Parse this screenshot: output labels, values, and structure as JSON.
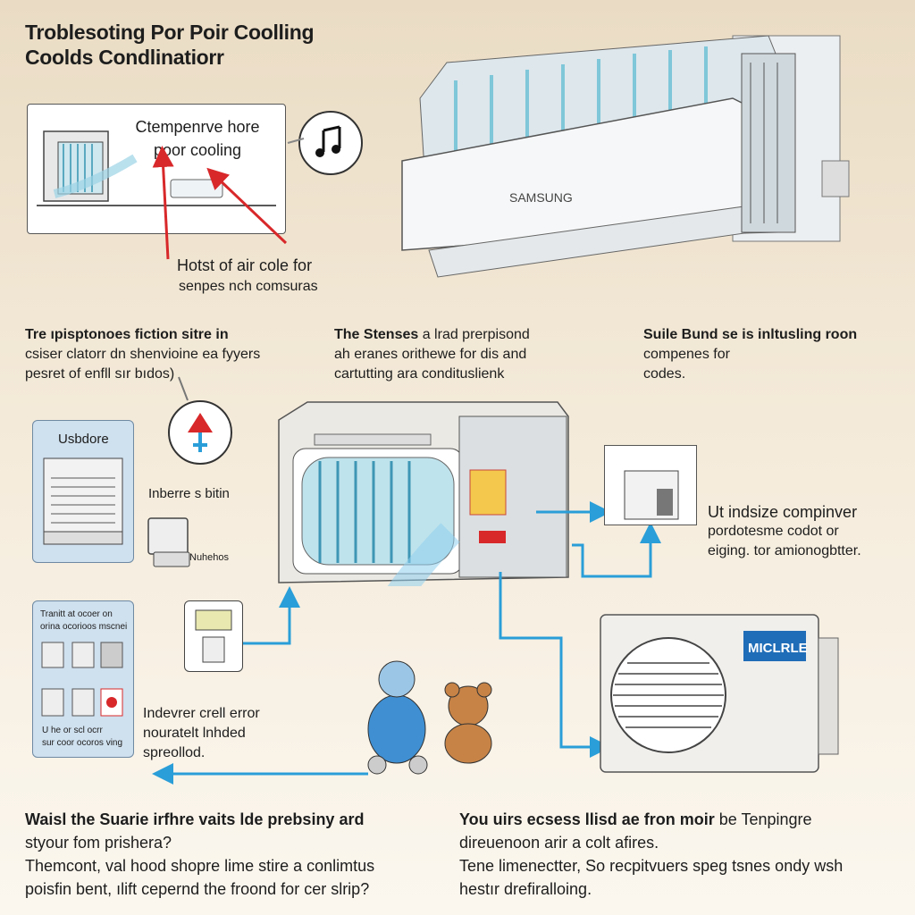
{
  "title": {
    "line1": "Troblesoting Por Poir Coolling",
    "line2": "Coolds Condlinatiorr"
  },
  "callout": {
    "label": "Ctempenrve hore\npoor cooling"
  },
  "top_note": {
    "line1": "Hotst of air cole for",
    "line2": "senpes nch comsuras"
  },
  "brand_indoor": "SAMSUNG",
  "col1": {
    "head": "Tre ıpisptonoes fiction sitre in",
    "line2": "csiser clatorr dn shenvioine ea fyyers",
    "line3": "pesret of enfll sır bıdos)"
  },
  "col2": {
    "head": "The Stenses",
    "head_rest": " a lrad prerpisond",
    "line2": "ah eranes orithewe for dis and",
    "line3": "cartutting ara condituslienk"
  },
  "col3": {
    "head": "Suile Bund se is inltusling roon",
    "line2": "compenes for",
    "line3": "codes."
  },
  "left_box": {
    "label": "Usbdore"
  },
  "inbere_label": "Inberre s bitin",
  "small_label1": "Nuhehos",
  "right_text": {
    "line1": "Ut indsize compinver",
    "line2": "pordotesme codot or",
    "line3": "eiging. tor amionogbtter."
  },
  "brand_outdoor": "MICLRLE",
  "error_panel": {
    "top1": "Tranitt at ocoer on",
    "top2": "orina ocorioos mscnei",
    "bottom1": "U he or scl ocrr",
    "bottom2": "sur coor ocoros ving"
  },
  "inderr": {
    "head": "Indevrer crell error",
    "line2": "nouratelt lnhded",
    "line3": "spreollod."
  },
  "bottom_left": {
    "head": "Waisl the Suarie irfhre vaits lde prebsiny ard",
    "line2": "styour fom prishera?",
    "line3": "Themcont, val hood shopre lime stire a conlimtus",
    "line4": "poisfin bent, ılift cepernd the froond  for cer slrip?"
  },
  "bottom_right": {
    "head": "You uirs ecsess llisd ae fron moir",
    "head_rest": " be Tenpingre",
    "line2": "direuenoon arir a colt afires.",
    "line3": "Tene limenectter, So recpitvuers speg tsnes ondy wsh",
    "line4": "hestır drefiralloing."
  },
  "colors": {
    "arrow_red": "#d8282a",
    "arrow_blue": "#2a9ed8",
    "coil_blue": "#7fc7d9",
    "panel_blue": "#cfe0ee"
  }
}
